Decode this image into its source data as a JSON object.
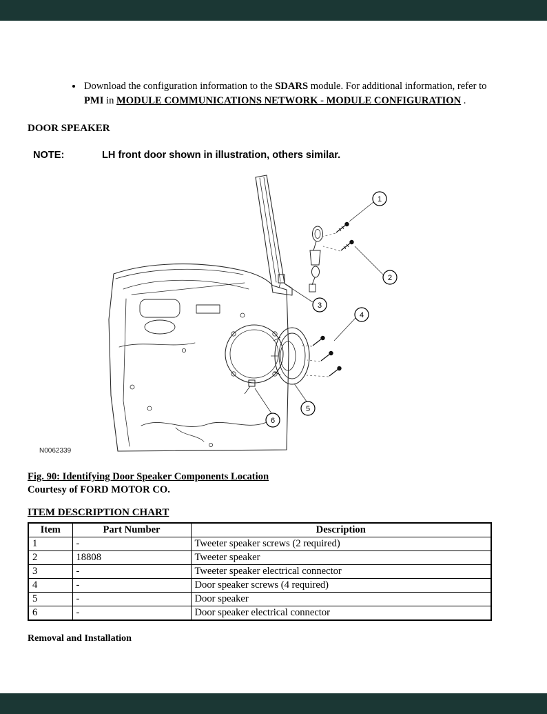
{
  "colors": {
    "bar": "#1b3734"
  },
  "bullet": {
    "p1": "Download the configuration information to the ",
    "p2": "SDARS",
    "p3": " module. For additional information, refer to ",
    "p4": "PMI",
    "p5": " in ",
    "p6": "MODULE COMMUNICATIONS NETWORK - MODULE CONFIGURATION",
    "p7": " ."
  },
  "door_speaker_heading": "DOOR SPEAKER",
  "note": {
    "label": "NOTE:",
    "text": "LH front door shown in illustration, others similar."
  },
  "figure": {
    "image_code": "N0062339",
    "callouts": [
      "1",
      "2",
      "3",
      "4",
      "5",
      "6"
    ],
    "caption_title": "Fig. 90: Identifying Door Speaker Components Location",
    "caption_credit": "Courtesy of FORD MOTOR CO."
  },
  "item_chart": {
    "title": "ITEM DESCRIPTION CHART",
    "headers": [
      "Item",
      "Part Number",
      "Description"
    ],
    "rows": [
      [
        "1",
        "-",
        "Tweeter speaker screws (2 required)"
      ],
      [
        "2",
        "18808",
        "Tweeter speaker"
      ],
      [
        "3",
        "-",
        "Tweeter speaker electrical connector"
      ],
      [
        "4",
        "-",
        "Door speaker screws (4 required)"
      ],
      [
        "5",
        "-",
        "Door speaker"
      ],
      [
        "6",
        "-",
        "Door speaker electrical connector"
      ]
    ]
  },
  "removal_heading": "Removal and Installation"
}
